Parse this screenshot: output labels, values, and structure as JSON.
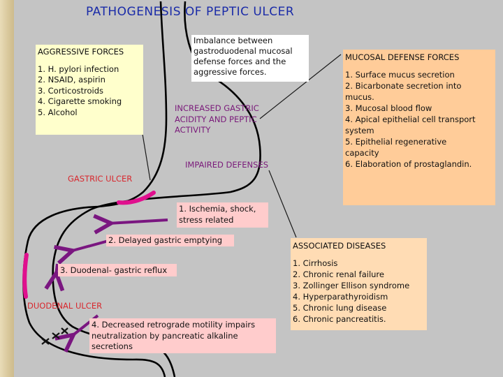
{
  "title": "PATHOGENESIS   OF   PEPTIC   ULCER",
  "colors": {
    "background": "#c4c4c4",
    "aggressive_box": "#ffffcc",
    "imbalance_box": "#ffffff",
    "defense_box": "#ffcc99",
    "pink_box": "#ffcccc",
    "associated_box": "#ffdcb4",
    "purple_text": "#7a1a7a",
    "red_text": "#d8282e",
    "title_blue": "#1a2ba8",
    "magenta_mark": "#e0108e",
    "purple_arrow": "#7a1680"
  },
  "aggressive": {
    "heading": "AGGRESSIVE FORCES",
    "items": [
      "1. H. pylori infection",
      "2. NSAID, aspirin",
      "3. Corticostroids",
      "4. Cigarette smoking",
      "5. Alcohol"
    ]
  },
  "imbalance": {
    "lines": [
      "Imbalance between",
      "gastroduodenal mucosal",
      "defense forces and the",
      "aggressive forces."
    ]
  },
  "defense": {
    "heading": "MUCOSAL DEFENSE FORCES",
    "lines": [
      "1. Surface mucus secretion",
      "2. Bicarbonate secretion into",
      "mucus.",
      "3. Mucosal blood flow",
      "4. Apical epithelial cell transport",
      "system",
      "5. Epithelial regenerative",
      "capacity",
      "6. Elaboration of prostaglandin."
    ]
  },
  "labels": {
    "increased": [
      "INCREASED GASTRIC",
      "ACIDITY AND PEPTIC",
      "ACTIVITY"
    ],
    "impaired": "IMPAIRED DEFENSES",
    "gastric_ulcer": "GASTRIC ULCER",
    "duodenal_ulcer": "DUODENAL ULCER"
  },
  "factors": {
    "f1": [
      "1. Ischemia, shock,",
      "stress related"
    ],
    "f2": "2. Delayed gastric emptying",
    "f3": "3. Duodenal- gastric reflux",
    "f4": [
      "4. Decreased retrograde motility impairs",
      "neutralization by pancreatic alkaline",
      "secretions"
    ]
  },
  "associated": {
    "heading": "ASSOCIATED DISEASES",
    "items": [
      "1. Cirrhosis",
      "2. Chronic renal failure",
      "3. Zollinger Ellison syndrome",
      "4. Hyperparathyroidism",
      "5. Chronic lung disease",
      "6. Chronic pancreatitis."
    ]
  }
}
